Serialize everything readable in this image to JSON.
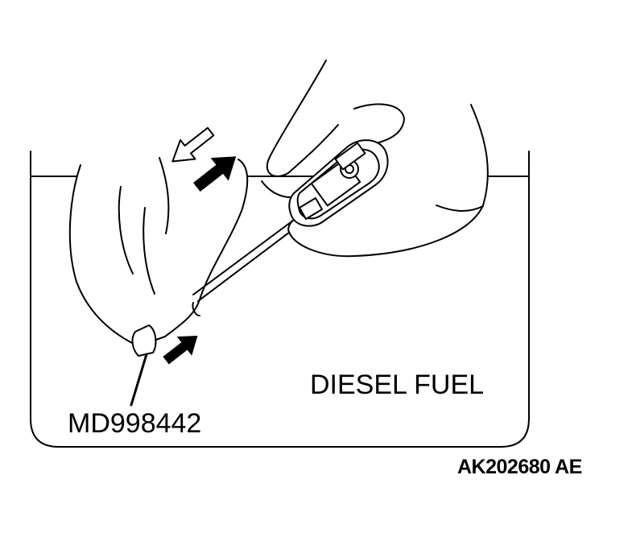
{
  "labels": {
    "fluid": "DIESEL FUEL",
    "tool": "MD998442",
    "figure_code": "AK202680 AE"
  },
  "colors": {
    "line": "#000000",
    "background": "#ffffff"
  }
}
